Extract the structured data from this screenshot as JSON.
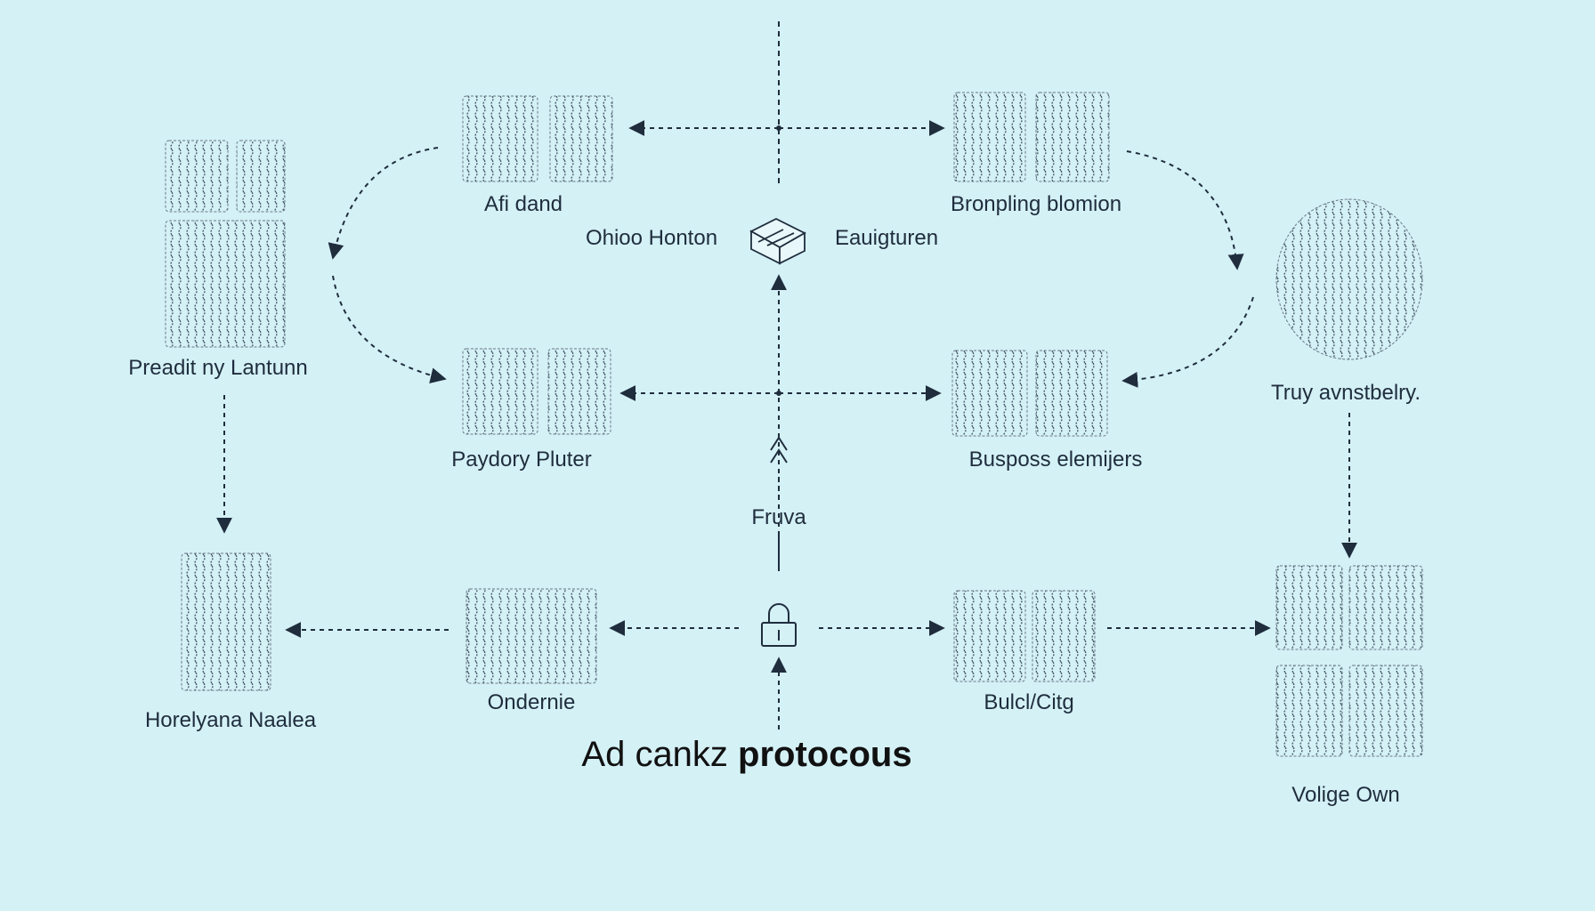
{
  "diagram": {
    "title_regular": "Ad cankz",
    "title_bold": "protocous",
    "center_label": "Fruva",
    "nodes": [
      {
        "id": "n1",
        "label": "Afi dand"
      },
      {
        "id": "n2",
        "label": "Bronpling blomion"
      },
      {
        "id": "n3",
        "label": "Preadit ny Lantunn"
      },
      {
        "id": "n4",
        "label": "Truy avnstbelry."
      },
      {
        "id": "n5",
        "label": "Paydory Pluter"
      },
      {
        "id": "n6",
        "label": "Busposs elemijers"
      },
      {
        "id": "n7",
        "label": "Horelyana Naalea"
      },
      {
        "id": "n8",
        "label": "Ondernie"
      },
      {
        "id": "n9",
        "label": "Bulcl/Citg"
      },
      {
        "id": "n10",
        "label": "Volige Own"
      }
    ],
    "hub_labels": {
      "left": "Ohioo Honton",
      "right": "Eauigturen"
    },
    "icons": [
      "blocks-icon",
      "lock-icon"
    ],
    "colors": {
      "background": "#d4f1f6",
      "line": "#1f2d3d",
      "text": "#1f2d3d"
    }
  }
}
